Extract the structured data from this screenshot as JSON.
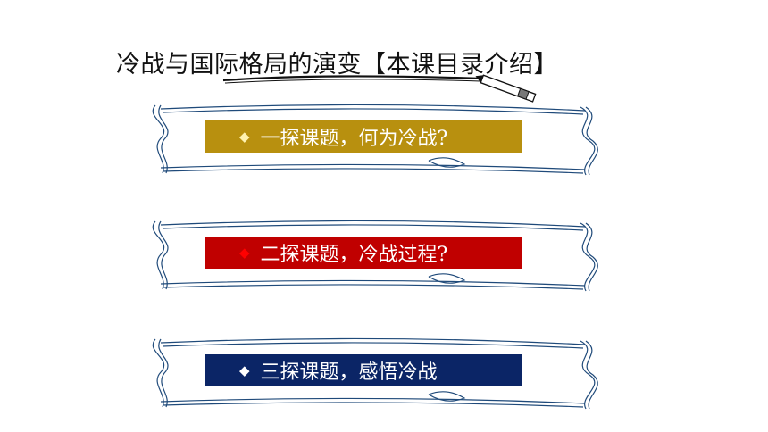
{
  "title": "冷战与国际格局的演变【本课目录介绍】",
  "colors": {
    "item1": "#B8900F",
    "item2": "#C00000",
    "item3": "#0B2566",
    "diamond1": "#FFF2B0",
    "diamond2": "#FF0000",
    "diamond3": "#FFFFFF",
    "scroll_stroke": "#1f4a7a"
  },
  "items": [
    {
      "label": "一探课题，何为冷战?",
      "bullet": "◆"
    },
    {
      "label": "二探课题，冷战过程?",
      "bullet": "◆"
    },
    {
      "label": "三探课题，感悟冷战",
      "bullet": "◆"
    }
  ]
}
